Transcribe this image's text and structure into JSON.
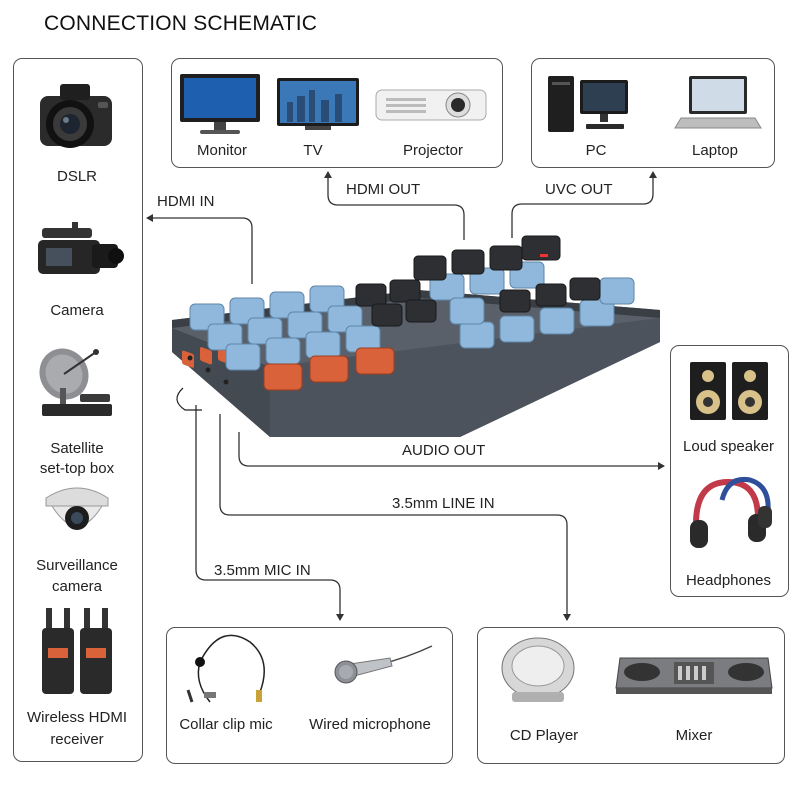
{
  "title": "CONNECTION SCHEMATIC",
  "inputs": {
    "dslr": "DSLR",
    "camera": "Camera",
    "satellite_l1": "Satellite",
    "satellite_l2": "set-top box",
    "surveillance_l1": "Surveillance",
    "surveillance_l2": "camera",
    "wireless_l1": "Wireless HDMI",
    "wireless_l2": "receiver"
  },
  "displays": {
    "monitor": "Monitor",
    "tv": "TV",
    "projector": "Projector"
  },
  "computers": {
    "pc": "PC",
    "laptop": "Laptop"
  },
  "audio_out": {
    "speaker": "Loud speaker",
    "headphones": "Headphones"
  },
  "mics": {
    "collar": "Collar clip mic",
    "wired": "Wired microphone"
  },
  "line_sources": {
    "cd": "CD Player",
    "mixer": "Mixer"
  },
  "connections": {
    "hdmi_in": "HDMI IN",
    "hdmi_out": "HDMI OUT",
    "uvc_out": "UVC OUT",
    "audio_out": "AUDIO OUT",
    "line_in": "3.5mm LINE IN",
    "mic_in": "3.5mm MIC IN"
  },
  "colors": {
    "key_blue": "#8fb8dc",
    "key_orange": "#d9623a",
    "key_dark": "#2e2f33",
    "device_body": "#4a4f57",
    "frame": "#555555"
  }
}
